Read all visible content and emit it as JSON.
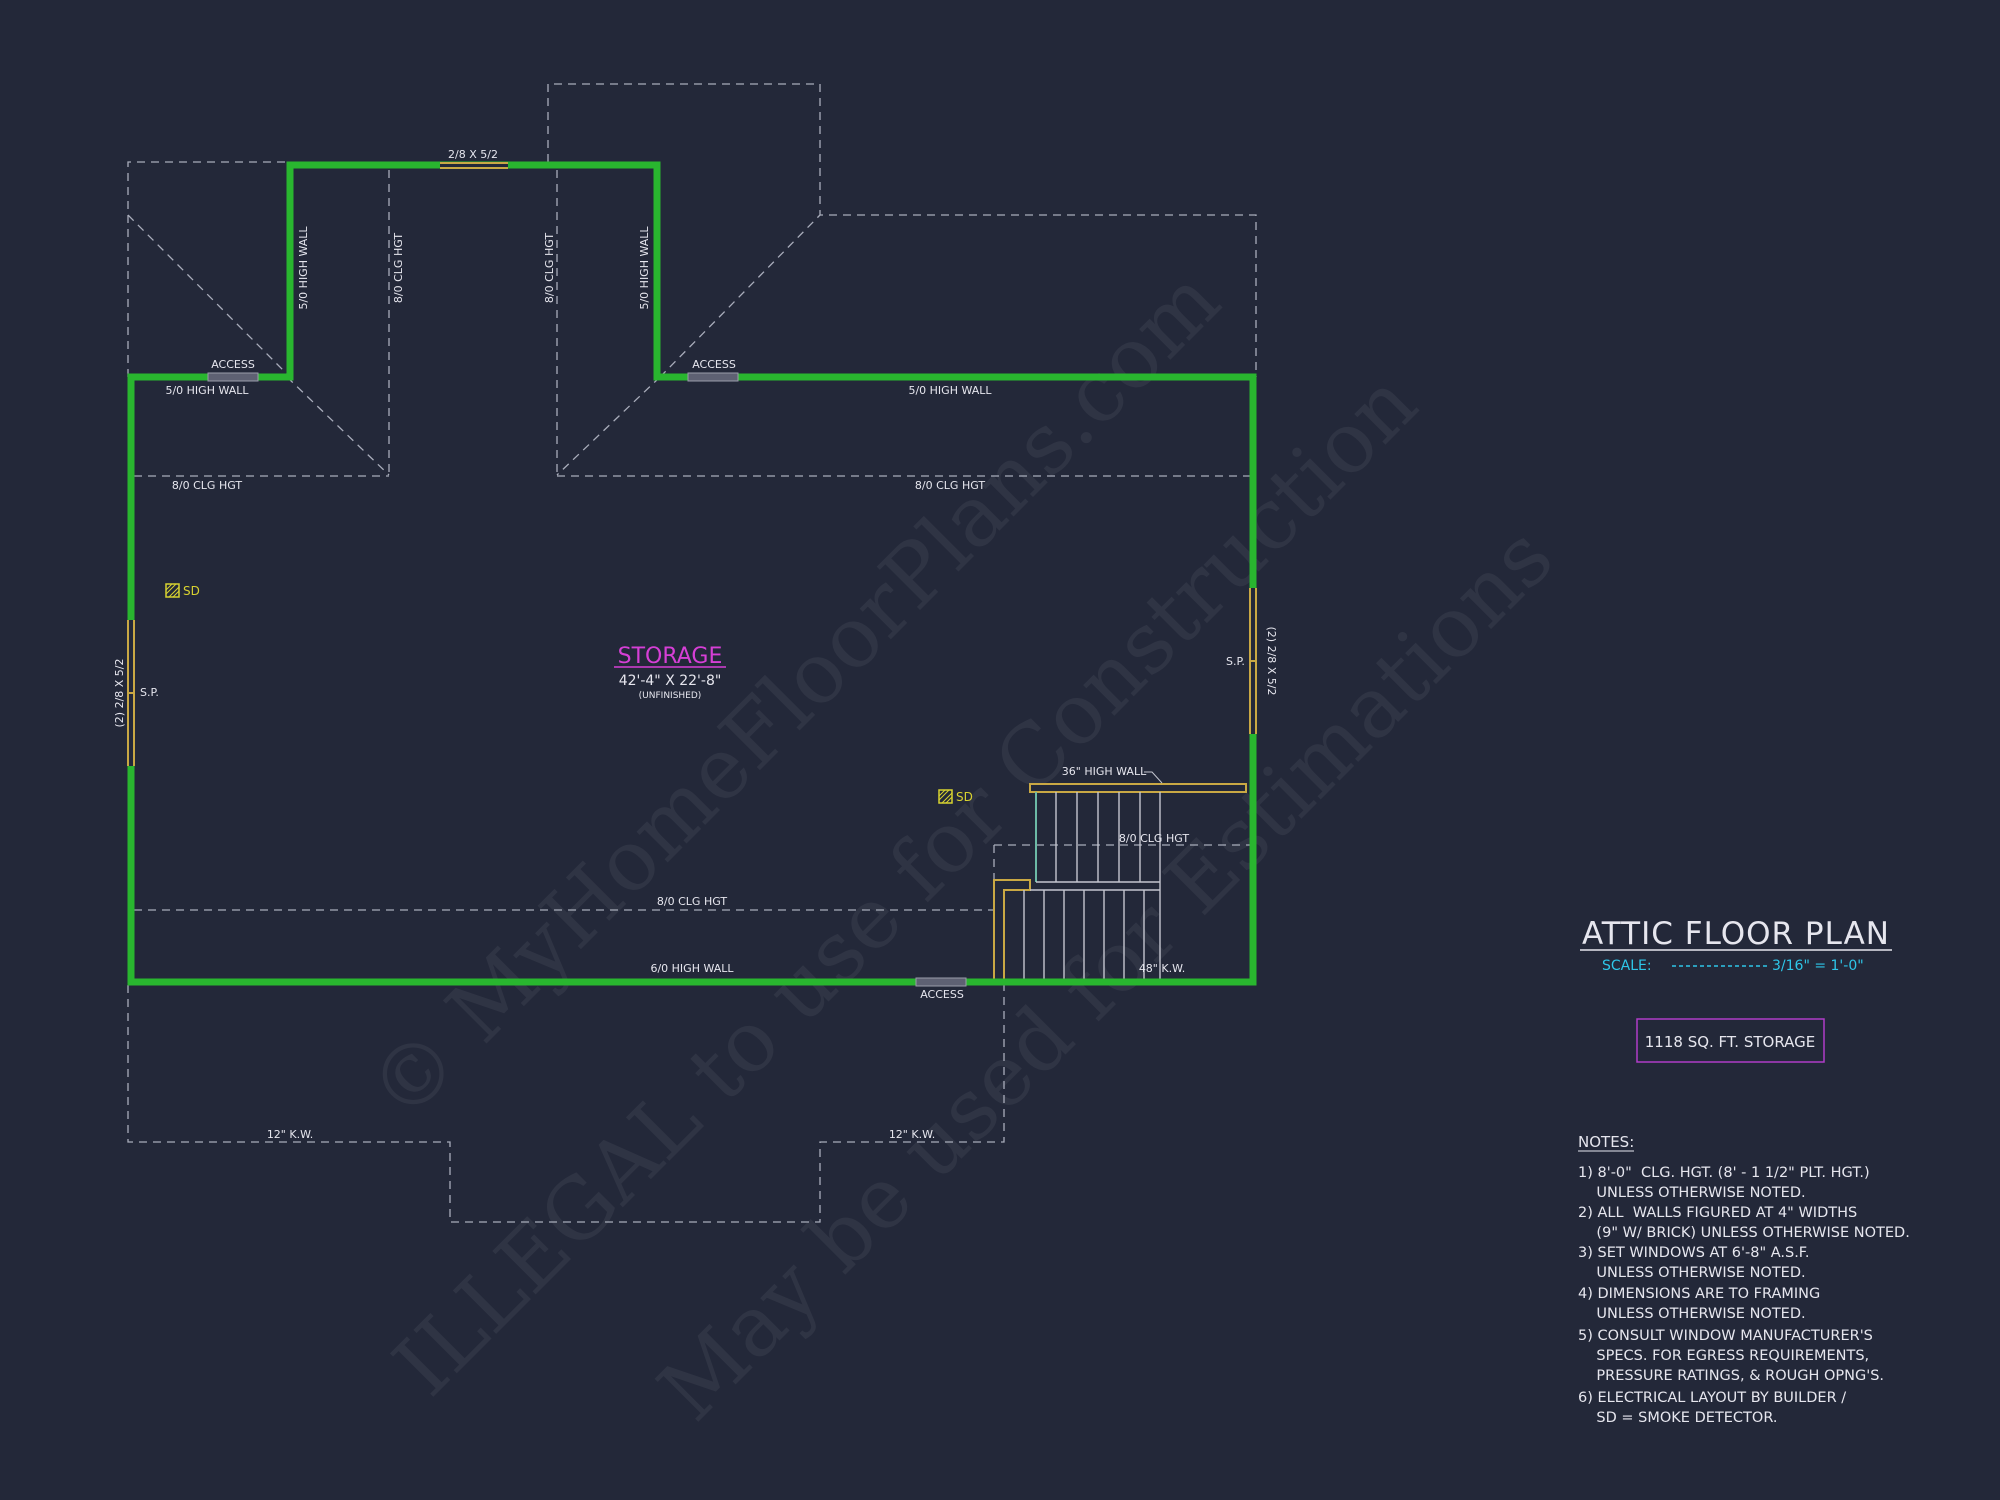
{
  "watermark": {
    "line1": "© MyHomeFloorPlans.com",
    "line2": "ILLEGAL to use for Construction",
    "line3": "May be used for Estimations"
  },
  "room": {
    "name": "STORAGE",
    "size": "42'-4\" X 22'-8\"",
    "note": "(UNFINISHED)"
  },
  "labels": {
    "window_top": "2/8 X 5/2",
    "window_left": "(2) 2/8 X 5/2",
    "window_right": "(2) 2/8 X 5/2",
    "sp_left": "S.P.",
    "sp_right": "S.P.",
    "access_left": "ACCESS",
    "access_mid": "ACCESS",
    "access_bottom": "ACCESS",
    "wall_5_left": "5/0 HIGH WALL",
    "wall_5_right": "5/0 HIGH WALL",
    "wall_5_vert_left": "5/0 HIGH WALL",
    "wall_5_vert_right": "5/0 HIGH WALL",
    "clg_vert_left": "8/0 CLG HGT",
    "clg_vert_right": "8/0 CLG HGT",
    "clg_left": "8/0 CLG HGT",
    "clg_right": "8/0 CLG HGT",
    "clg_lower": "8/0 CLG HGT",
    "clg_stair": "8/0 CLG HGT",
    "wall_6": "6/0 HIGH WALL",
    "wall_36": "36\" HIGH WALL",
    "kw_48": "48\" K.W.",
    "kw_12_left": "12\" K.W.",
    "kw_12_right": "12\" K.W.",
    "sd1": "SD",
    "sd2": "SD"
  },
  "title_block": {
    "title": "ATTIC FLOOR PLAN",
    "scale_label": "SCALE:",
    "scale_value": "3/16\" = 1'-0\"",
    "area_badge": "1118 SQ. FT. STORAGE"
  },
  "notes": {
    "header": "NOTES:",
    "lines": [
      "1) 8'-0\"  CLG. HGT. (8' - 1 1/2\" PLT. HGT.)",
      "    UNLESS OTHERWISE NOTED.",
      "2) ALL  WALLS FIGURED AT 4\" WIDTHS",
      "    (9\" W/ BRICK) UNLESS OTHERWISE NOTED.",
      "3) SET WINDOWS AT 6'-8\" A.S.F.",
      "    UNLESS OTHERWISE NOTED.",
      "4) DIMENSIONS ARE TO FRAMING",
      "    UNLESS OTHERWISE NOTED.",
      "5) CONSULT WINDOW MANUFACTURER'S",
      "    SPECS. FOR EGRESS REQUIREMENTS,",
      "    PRESSURE RATINGS, & ROUGH OPNG'S.",
      "6) ELECTRICAL LAYOUT BY BUILDER /",
      "    SD = SMOKE DETECTOR."
    ]
  },
  "colors": {
    "background": "#232839",
    "wall": "#29b62f",
    "room_name": "#d63fd6",
    "scale": "#2ec6e8",
    "smoke_detector": "#d8d230",
    "badge_border": "#b03cc8"
  }
}
